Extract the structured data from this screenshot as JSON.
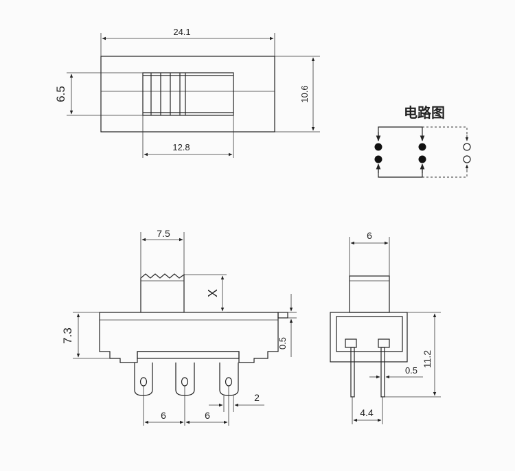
{
  "top_view": {
    "width_label": "24.1",
    "height_label": "10.6",
    "actuator_label": "6.5",
    "slot_label": "12.8"
  },
  "circuit": {
    "title": "电路图"
  },
  "front_view": {
    "handle_label": "7.5",
    "handle_height_label": "X",
    "body_height_label": "7.3",
    "offset_label": "0.5",
    "pin_pitch_left_label": "6",
    "pin_pitch_right_label": "6",
    "pin_width_label": "2"
  },
  "side_view": {
    "handle_width_label": "6",
    "height_label": "11.2",
    "pin_thickness_label": "0.5",
    "pin_span_label": "4.4"
  }
}
